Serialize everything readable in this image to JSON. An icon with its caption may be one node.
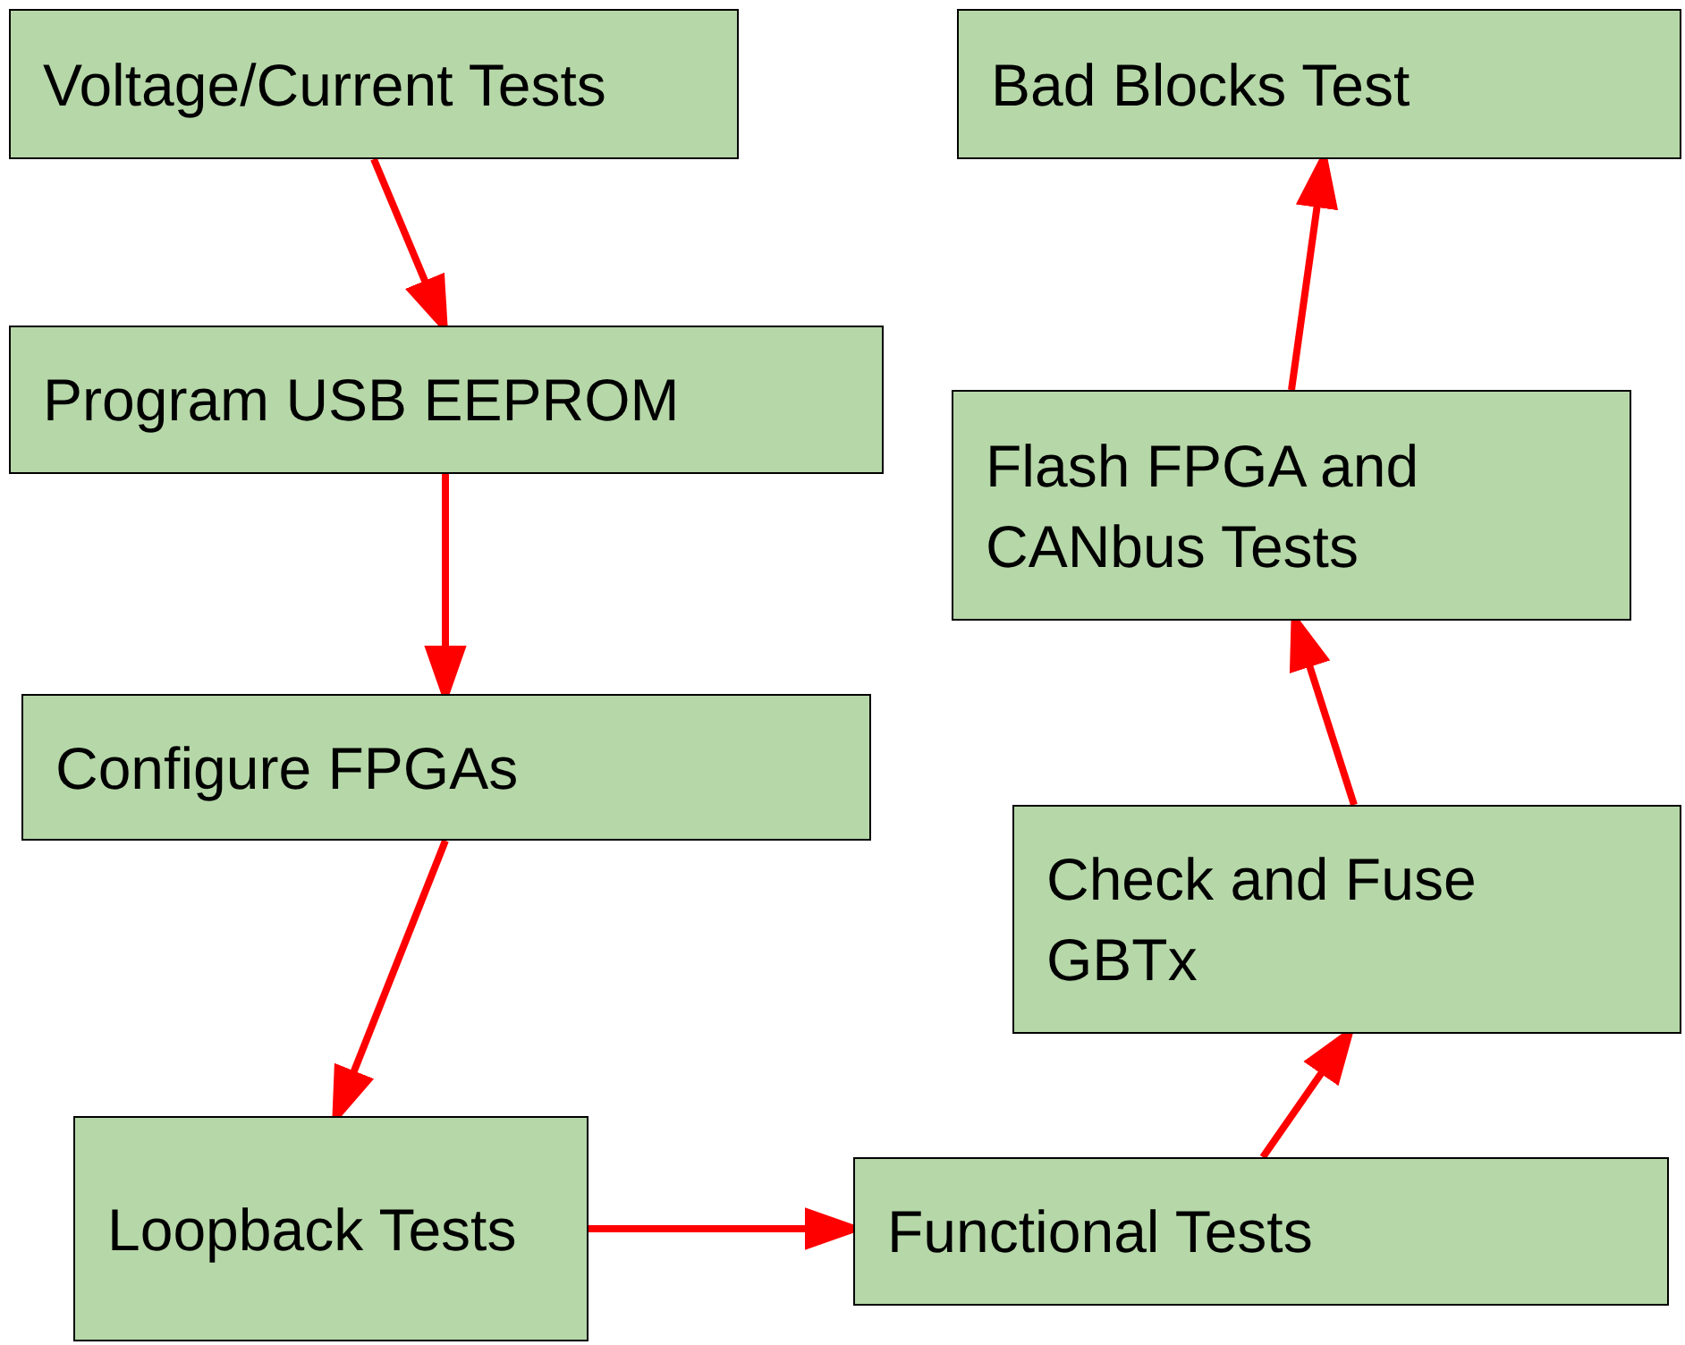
{
  "diagram": {
    "nodes": [
      {
        "text": [
          "Voltage/Current Tests"
        ]
      },
      {
        "text": [
          "Program USB EEPROM"
        ]
      },
      {
        "text": [
          "Configure FPGAs"
        ]
      },
      {
        "text": [
          "Loopback Tests"
        ]
      },
      {
        "text": [
          "Functional Tests"
        ]
      },
      {
        "text": [
          "Check and Fuse GBTx"
        ]
      },
      {
        "text": [
          "Flash FPGA and CANbus Tests"
        ]
      },
      {
        "text": [
          "Bad Blocks Test"
        ]
      }
    ],
    "edges": [
      {
        "from": 0,
        "to": 1,
        "arrow": "to"
      },
      {
        "from": 1,
        "to": 2,
        "arrow": "to"
      },
      {
        "from": 2,
        "to": 3,
        "arrow": "to"
      },
      {
        "from": 3,
        "to": 4,
        "arrow": "to"
      },
      {
        "from": 4,
        "to": 5,
        "arrow": "to"
      },
      {
        "from": 5,
        "to": 6,
        "arrow": "to"
      },
      {
        "from": 6,
        "to": 7,
        "arrow": "to"
      }
    ]
  }
}
